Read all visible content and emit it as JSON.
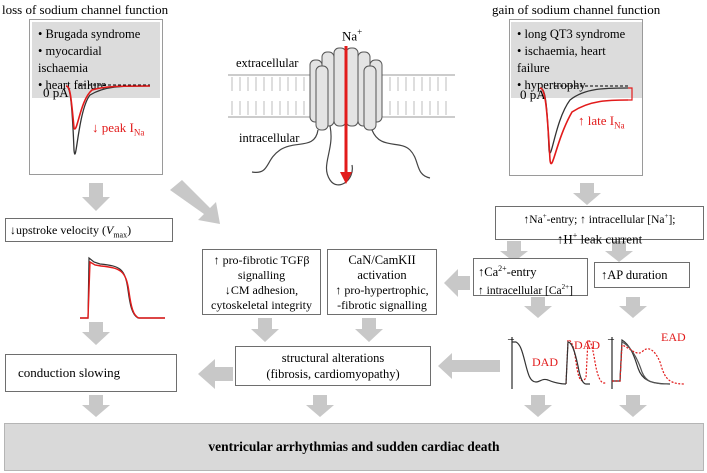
{
  "titles": {
    "left": "loss of sodium channel function",
    "right": "gain of sodium channel function"
  },
  "left_conditions": [
    "Brugada syndrome",
    "myocardial ischaemia",
    "heart failure"
  ],
  "right_conditions": [
    "long QT3 syndrome",
    "ischaemia, heart failure",
    "hypertrophy"
  ],
  "current_plots": {
    "zero_label": "0 pA",
    "left_peak_label": "↓ peak I",
    "left_peak_sub": "Na",
    "right_late_label": "↑ late I",
    "right_late_sub": "Na"
  },
  "channel": {
    "ion": "Na",
    "ion_sup": "+",
    "extracellular": "extracellular",
    "intracellular": "intracellular"
  },
  "boxes": {
    "upstroke_prefix": "↓upstroke velocity (",
    "upstroke_v": "V",
    "upstroke_sub": "max",
    "upstroke_suffix": ")",
    "fibrotic_1": "↑ pro-fibrotic TGFβ",
    "fibrotic_2": "signalling",
    "fibrotic_3": "↓CM adhesion,",
    "fibrotic_4": "cytoskeletal integrity",
    "can_1": "CaN/CamKII",
    "can_2": "activation",
    "can_3": "↑ pro-hypertrophic,",
    "can_4": "-fibrotic signalling",
    "na_entry_1a": "↑Na",
    "na_entry_1b": "-entry; ↑ intracellular [Na",
    "na_entry_1c": "];",
    "na_entry_2a": "↑H",
    "na_entry_2b": " leak current",
    "ca_entry_1a": "↑Ca",
    "ca_entry_1b": "-entry",
    "ca_entry_2a": "↑ intracellular [Ca",
    "ca_entry_2b": "]",
    "ap_duration": "↑AP duration",
    "conduction": "conduction slowing",
    "structural_1": "structural alterations",
    "structural_2": "(fibrosis, cardiomyopathy)",
    "bottom": "ventricular arrhythmias and sudden cardiac death"
  },
  "ap_labels": {
    "dad1": "DAD",
    "dad2": "DAD",
    "ead": "EAD",
    "dash": "–"
  },
  "colors": {
    "red": "#e21b1b",
    "gray_box": "#dcdcdc",
    "arrow": "#c8c8c8",
    "bar": "#d9d9d9"
  }
}
